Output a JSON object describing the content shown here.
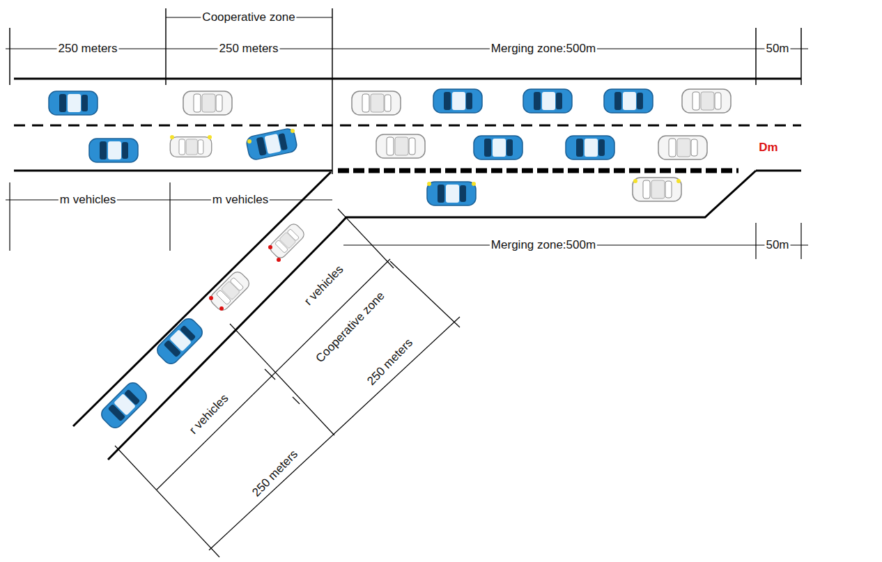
{
  "diagram": {
    "labels": [
      "Cooperative zone",
      "250 meters",
      "250 meters",
      "Merging zone:500m",
      "50m",
      "Dm",
      "m vehicles",
      "m vehicles",
      "Merging zone:500m",
      "50m",
      "r vehicles",
      "Cooperative zone",
      "250 meters",
      "r vehicles",
      "250 meters"
    ]
  }
}
